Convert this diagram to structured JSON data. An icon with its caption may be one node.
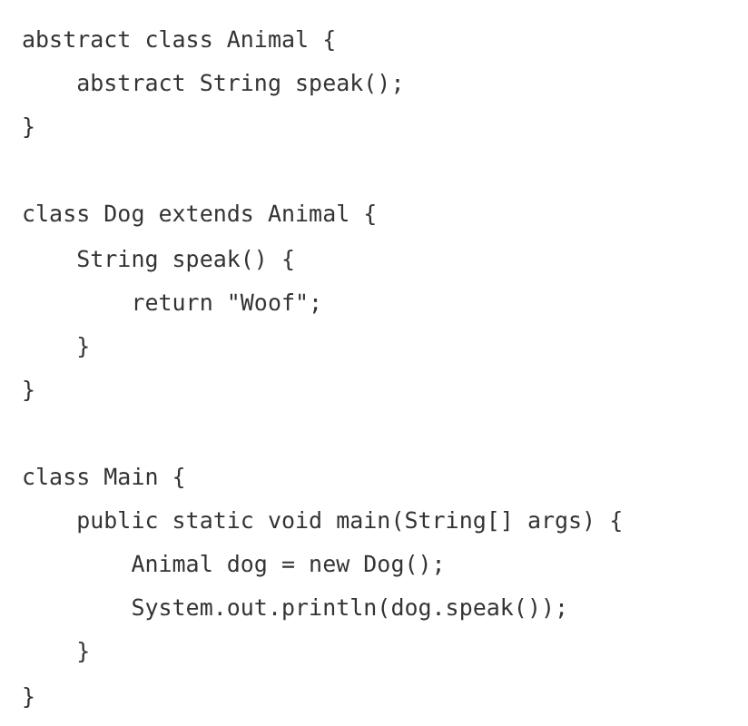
{
  "diagram": {
    "labels": [
      "abstract class Animal {",
      "    abstract String speak();",
      "}",
      "class Dog extends Animal {",
      "    String speak() {",
      "        return \"Woof\";",
      "    }",
      "}",
      "class Main {",
      "    public static void main(String[] args) {",
      "        Animal dog = new Dog();",
      "        System.out.println(dog.speak());",
      "    }",
      "}"
    ]
  }
}
